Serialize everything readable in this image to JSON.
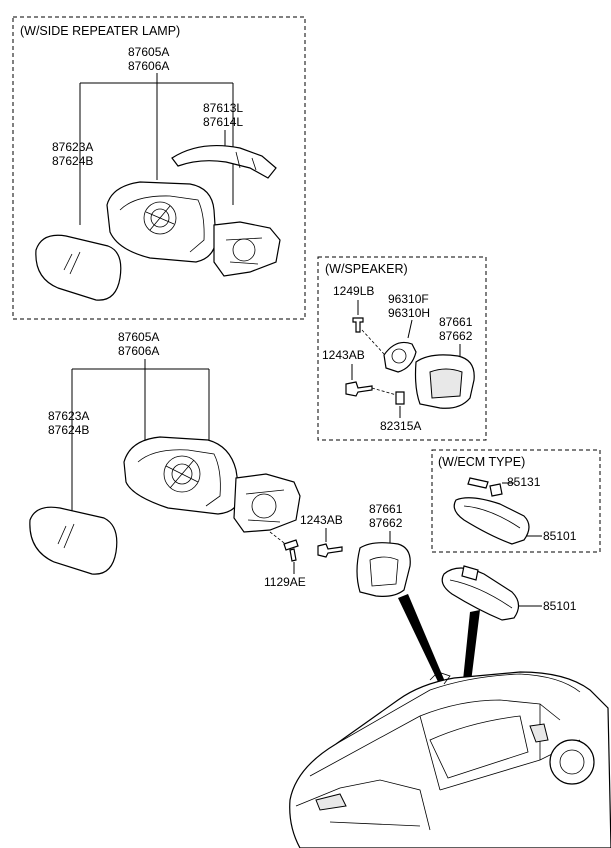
{
  "sections": {
    "side_repeater": {
      "header": "(W/SIDE REPEATER LAMP)"
    },
    "speaker": {
      "header": "(W/SPEAKER)"
    },
    "ecm": {
      "header": "(W/ECM TYPE)"
    }
  },
  "labels": {
    "top_mirror_assy_1": "87605A",
    "top_mirror_assy_2": "87606A",
    "top_repeater_1": "87613L",
    "top_repeater_2": "87614L",
    "top_glass_1": "87623A",
    "top_glass_2": "87624B",
    "spk_screw": "1249LB",
    "spk_speaker_1": "96310F",
    "spk_speaker_2": "96310H",
    "spk_cover_1": "87661",
    "spk_cover_2": "87662",
    "spk_bolt": "1243AB",
    "spk_clip": "82315A",
    "mid_mirror_assy_1": "87605A",
    "mid_mirror_assy_2": "87606A",
    "mid_glass_1": "87623A",
    "mid_glass_2": "87624B",
    "mid_bolt": "1243AB",
    "mid_cover_1": "87661",
    "mid_cover_2": "87662",
    "mid_screw": "1129AE",
    "ecm_cover": "85131",
    "ecm_mirror": "85101",
    "inside_mirror": "85101"
  }
}
